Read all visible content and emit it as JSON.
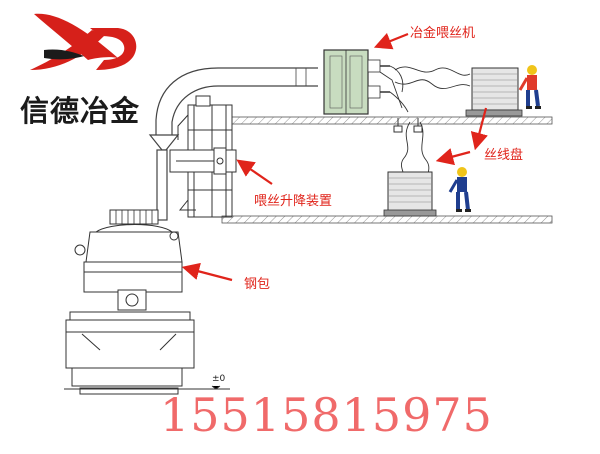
{
  "brand": {
    "logo_letters": "XD",
    "name": "信德冶金",
    "red": "#d6201a",
    "dark": "#1b1b1b"
  },
  "labels": {
    "feeder": "冶金喂丝机",
    "wire_coil": "丝线盘",
    "lift_device": "喂丝升降装置",
    "ladle": "钢包",
    "level_mark": "±0"
  },
  "phone": "15515815975",
  "colors": {
    "arrow": "#e0241b",
    "phone": "#f06a6a",
    "cabinet": "#c8dcc0",
    "worker_blue": "#1f3e8f",
    "worker_helmet": "#f0c419",
    "worker_shirt": "#e03a2a"
  }
}
